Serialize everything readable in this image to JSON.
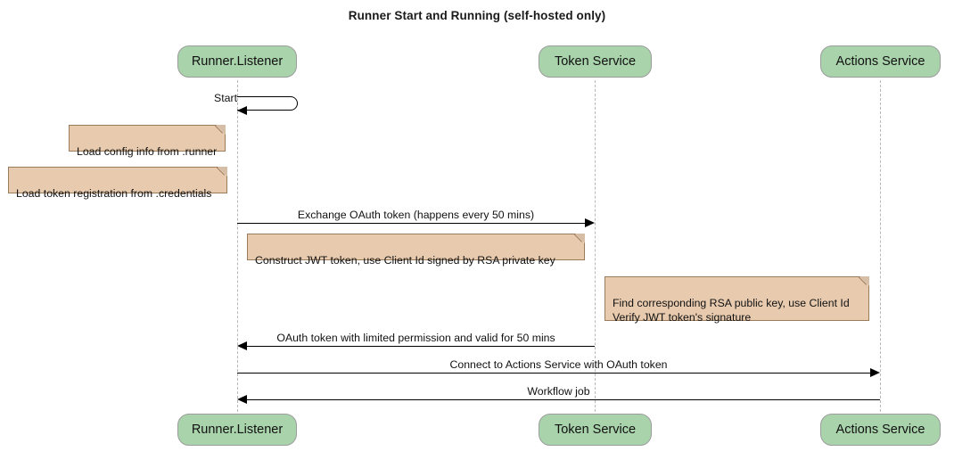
{
  "diagram": {
    "title": "Runner Start and Running (self-hosted only)",
    "type": "sequence-diagram",
    "colors": {
      "participant_fill": "#a9d3ab",
      "participant_border": "#9c9c9c",
      "note_fill": "#e8cbaf",
      "note_border": "#9a7b5a",
      "lifeline": "#b8b8b8",
      "arrow": "#000000",
      "text": "#111111",
      "background": "#ffffff"
    }
  },
  "participants": [
    {
      "id": "runner",
      "label": "Runner.Listener"
    },
    {
      "id": "token",
      "label": "Token Service"
    },
    {
      "id": "actions",
      "label": "Actions Service"
    }
  ],
  "messages": [
    {
      "id": "start",
      "label": "Start",
      "from": "runner",
      "to": "runner",
      "kind": "self"
    },
    {
      "id": "exchange-oauth-token",
      "label": "Exchange OAuth token (happens every 50 mins)",
      "from": "runner",
      "to": "token",
      "kind": "sync",
      "direction": "right"
    },
    {
      "id": "oauth-token-response",
      "label": "OAuth token with limited permission and valid for 50 mins",
      "from": "token",
      "to": "runner",
      "kind": "return",
      "direction": "left"
    },
    {
      "id": "connect-actions-service",
      "label": "Connect to Actions Service with OAuth token",
      "from": "runner",
      "to": "actions",
      "kind": "sync",
      "direction": "right"
    },
    {
      "id": "workflow-job",
      "label": "Workflow job",
      "from": "actions",
      "to": "runner",
      "kind": "return",
      "direction": "left"
    }
  ],
  "notes": [
    {
      "id": "note-load-config",
      "text": "Load config info from .runner",
      "attached_to": "runner"
    },
    {
      "id": "note-load-token-registration",
      "text": "Load token registration from .credentials",
      "attached_to": "runner"
    },
    {
      "id": "note-construct-jwt",
      "text": "Construct JWT token, use Client Id signed by RSA private key",
      "attached_to": "runner"
    },
    {
      "id": "note-verify-jwt",
      "text": "Find corresponding RSA public key, use Client Id\nVerify JWT token's signature",
      "attached_to": "token"
    }
  ]
}
